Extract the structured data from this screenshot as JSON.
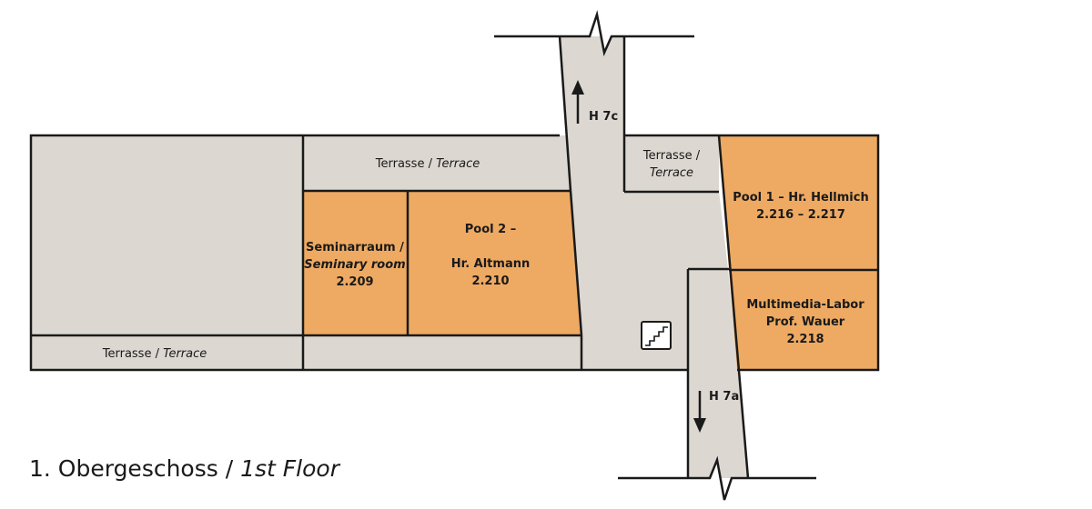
{
  "colors": {
    "corridor": "#dcd7d1",
    "room": "#eeaa62",
    "wall": "#1a1a1a",
    "background": "#ffffff"
  },
  "title": {
    "main": "1. Obergeschoss / ",
    "italic": "1st Floor"
  },
  "rooms": {
    "terrace_top": {
      "text": "Terrasse / ",
      "italic": "Terrace"
    },
    "terrace_small": {
      "line1": "Terrasse /",
      "line2": "Terrace"
    },
    "terrace_bottom": {
      "text": "Terrasse / ",
      "italic": "Terrace"
    },
    "seminar": {
      "line1": "Seminarraum /",
      "line2": "Seminary room",
      "line3": "2.209"
    },
    "pool2": {
      "line1": "Pool 2 –",
      "line2": "Hr. Altmann",
      "line3": "2.210"
    },
    "pool1": {
      "line1": "Pool 1 – Hr. Hellmich",
      "line2": "2.216 – 2.217"
    },
    "multimedia": {
      "line1": "Multimedia-Labor",
      "line2": "Prof. Wauer",
      "line3": "2.218"
    }
  },
  "passages": {
    "north": {
      "label": "H 7c",
      "direction": "up"
    },
    "south": {
      "label": "H 7a",
      "direction": "down"
    }
  },
  "icons": [
    "stairs-icon",
    "arrow-up-icon",
    "arrow-down-icon"
  ]
}
